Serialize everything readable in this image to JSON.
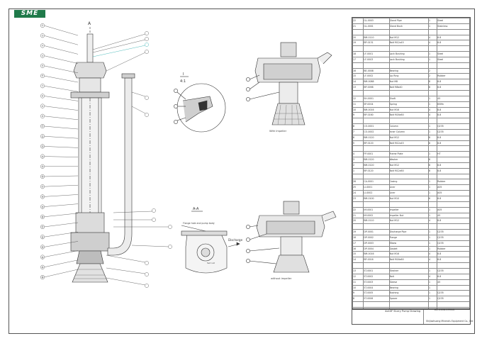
{
  "logo": {
    "text": "SME"
  },
  "section_mark": {
    "letter": "A",
    "detail_id": "I",
    "detail_scale": "4:1"
  },
  "view_labels": {
    "top_detail": "With Impeller",
    "bottom_detail": "without impeller",
    "flange_section": "A-A",
    "flange_note": "Flange hole and pump body",
    "discharge": "Discharge",
    "flange_sub": "Set nut"
  },
  "callouts_left": [
    "①",
    "②",
    "③",
    "④",
    "⑤",
    "⑥",
    "⑦",
    "⑧",
    "⑨",
    "⑩",
    "⑪",
    "⑫",
    "⑬",
    "⑭",
    "⑮",
    "⑯",
    "⑰",
    "⑱",
    "⑲",
    "⑳",
    "㉑",
    "㉒",
    "㉓",
    "㉔",
    "㉕",
    "㉖"
  ],
  "title_block": {
    "drawing_name": "4x40F Slurry Pump Drawing",
    "drawing_no": "A1-1104-19944",
    "company": "Shijiazhuang Minerals Equipment Co., Ltd"
  },
  "bom_rows": [
    [
      "22",
      "GL-0003",
      "Gland Pipe",
      "1",
      "Steel"
    ],
    [
      "21",
      "GL-0001",
      "Gland Bush",
      "1",
      "Stainless"
    ],
    [
      "",
      "",
      "",
      "",
      ""
    ],
    [
      "20",
      "BM-0110",
      "Nut M12",
      "4",
      "8.8"
    ],
    [
      "19",
      "BP-0131",
      "Bolt M12x45",
      "4",
      "8.8"
    ],
    [
      "",
      "",
      "",
      "",
      ""
    ],
    [
      "18",
      "LF-0001",
      "Lock Bushing",
      "1",
      "Steel"
    ],
    [
      "17",
      "LF-0003",
      "Lock Bushing",
      "1",
      "Steel"
    ],
    [
      "",
      "",
      "",
      "",
      ""
    ],
    [
      "16",
      "BE-0008",
      "Bearing",
      "2",
      ""
    ],
    [
      "15",
      "LF-0002",
      "Lip Ring",
      "2",
      "Rubber"
    ],
    [
      "14",
      "BM-0088",
      "Nut M8",
      "8",
      "8.8"
    ],
    [
      "13",
      "BP-0098",
      "Bolt M8x40",
      "8",
      "8.8"
    ],
    [
      "",
      "",
      "",
      "",
      ""
    ],
    [
      "12",
      "SH-0001",
      "Shaft",
      "1",
      "45"
    ],
    [
      "11",
      "SP-0004",
      "Spring",
      "1",
      "65Mn"
    ],
    [
      "10",
      "BM-0016",
      "Nut M16",
      "4",
      "8.8"
    ],
    [
      "9",
      "BP-0160",
      "Bolt M16x60",
      "4",
      "8.8"
    ],
    [
      "",
      "",
      "",
      "",
      ""
    ],
    [
      "8",
      "CO-0001",
      "Column",
      "1",
      "Q235"
    ],
    [
      "7",
      "CO-0002",
      "Inner Column",
      "1",
      "Q235"
    ],
    [
      "6",
      "BM-0120",
      "Nut M12",
      "8",
      "8.8"
    ],
    [
      "5",
      "BP-0120",
      "Bolt M12x45",
      "8",
      "8.8"
    ],
    [
      "",
      "",
      "",
      "",
      ""
    ],
    [
      "4",
      "FP-0001",
      "Frame Plate",
      "1",
      "HT"
    ],
    [
      "3",
      "BM-0120",
      "Washer",
      "8",
      ""
    ],
    [
      "2",
      "BM-0120",
      "Nut M12",
      "8",
      "8.8"
    ],
    [
      "1",
      "BP-0120",
      "Bolt M12x60",
      "8",
      "8.8"
    ],
    [
      "",
      "",
      "",
      "",
      ""
    ],
    [
      "26",
      "CA-0001",
      "Casing",
      "1",
      "Rubber"
    ],
    [
      "25",
      "LI-0001",
      "Liner",
      "1",
      "A05"
    ],
    [
      "24",
      "LI-0002",
      "Liner",
      "1",
      "A05"
    ],
    [
      "23",
      "BM-0100",
      "Nut M10",
      "6",
      "8.8"
    ],
    [
      "",
      "",
      "",
      "",
      ""
    ],
    [
      "22",
      "IM-0001",
      "Impeller",
      "1",
      "A05"
    ],
    [
      "21",
      "IM-0002",
      "Impeller Nut",
      "1",
      "45"
    ],
    [
      "20",
      "BM-0110",
      "Nut M12",
      "4",
      "8.8"
    ],
    [
      "",
      "",
      "",
      "",
      ""
    ],
    [
      "19",
      "DP-0001",
      "Discharge Pipe",
      "1",
      "Q235"
    ],
    [
      "18",
      "DP-0002",
      "Flange",
      "1",
      "Q235"
    ],
    [
      "17",
      "DP-0003",
      "Elbow",
      "1",
      "Q235"
    ],
    [
      "16",
      "DP-0004",
      "Gasket",
      "1",
      "Rubber"
    ],
    [
      "15",
      "BM-0016",
      "Nut M16",
      "4",
      "8.8"
    ],
    [
      "14",
      "BP-0016",
      "Bolt M16x60",
      "4",
      "8.8"
    ],
    [
      "",
      "",
      "",
      "",
      ""
    ],
    [
      "13",
      "ST-0001",
      "Strainer",
      "1",
      "Q235"
    ],
    [
      "12",
      "ST-0002",
      "Bolt",
      "4",
      "8.8"
    ],
    [
      "11",
      "ST-0003",
      "Sleeve",
      "1",
      "45"
    ],
    [
      "10",
      "ST-0004",
      "Bearing",
      "1",
      ""
    ],
    [
      "9",
      "ST-0005",
      "Bushing",
      "1",
      "Q235"
    ],
    [
      "8",
      "ST-0006",
      "Spacer",
      "1",
      "Q235"
    ],
    [
      "",
      "",
      "",
      "",
      ""
    ],
    [
      "7",
      "LS-0001",
      "Lower Stage",
      "1",
      "A05"
    ],
    [
      "6",
      "LS-0002",
      "Suction Cover",
      "1",
      "Rubber"
    ],
    [
      "5",
      "LS-0003",
      "Nut M10",
      "4",
      "8.8"
    ],
    [
      "4",
      "LS-0004",
      "Bolt M10x40",
      "4",
      "8.8"
    ],
    [
      "3",
      "LS-0005",
      "Bearing Housing",
      "1",
      "HT"
    ],
    [
      "2",
      "LS-0006",
      "Bearing",
      "2",
      ""
    ],
    [
      "1",
      "LS-0007",
      "Bearing Cover",
      "1",
      "HT"
    ],
    [
      "",
      "",
      "",
      "",
      ""
    ]
  ]
}
